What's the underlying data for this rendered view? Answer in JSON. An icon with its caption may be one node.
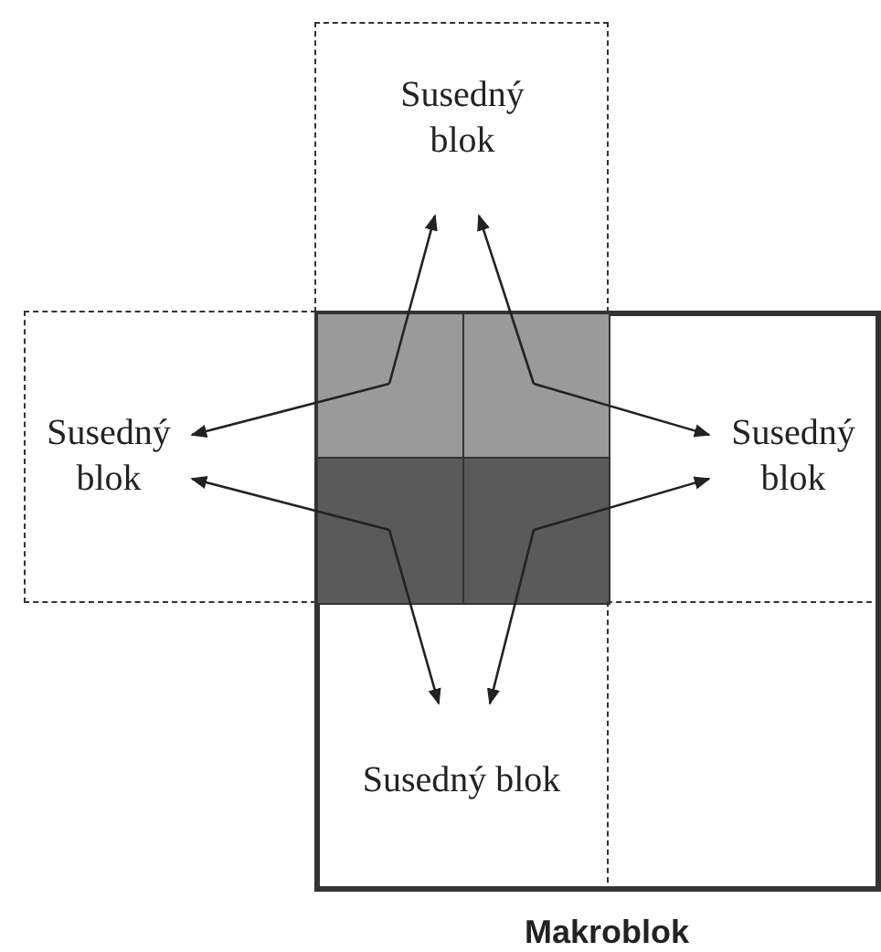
{
  "diagram": {
    "nodes": [
      {
        "text": [
          "Susedný blok"
        ]
      },
      {
        "text": [
          "Susedný blok"
        ]
      },
      {
        "text": [
          "Makroblok"
        ]
      },
      {
        "text": [],
        "shape": "box",
        "in": 2
      },
      {
        "text": [],
        "shape": "box",
        "in": 3
      },
      {
        "text": [],
        "shape": "box",
        "in": 3
      },
      {
        "text": [],
        "shape": "box",
        "in": 3
      },
      {
        "text": [],
        "shape": "box",
        "in": 3
      },
      {
        "text": [
          "Susedný blok"
        ],
        "in": 2
      },
      {
        "text": [
          "Susedný blok"
        ],
        "in": 2
      }
    ],
    "edges": [
      {
        "from": 4,
        "to": 0,
        "arrow": "to"
      },
      {
        "from": 4,
        "to": 1,
        "arrow": "to"
      },
      {
        "from": 5,
        "to": 0,
        "arrow": "to"
      },
      {
        "from": 5,
        "to": 8,
        "arrow": "to"
      },
      {
        "from": 6,
        "to": 1,
        "arrow": "to"
      },
      {
        "from": 6,
        "to": 9,
        "arrow": "to"
      },
      {
        "from": 7,
        "to": 8,
        "arrow": "to"
      },
      {
        "from": 7,
        "to": 9,
        "arrow": "to"
      }
    ]
  }
}
